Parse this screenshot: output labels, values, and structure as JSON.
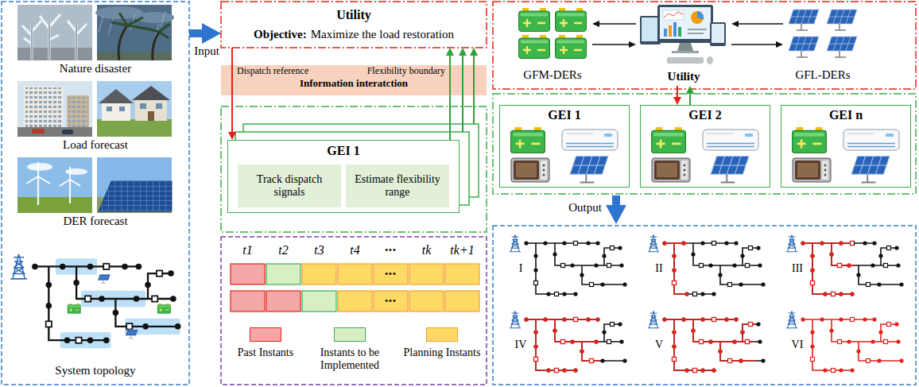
{
  "diagram": {
    "nodes": [
      {
        "text": [
          "Nature disaster",
          "Load forecast",
          "DER forecast",
          "System topology"
        ]
      },
      {
        "text": [
          "Utility",
          "Objective:",
          "Maximize the load restoration"
        ]
      },
      {
        "text": [
          "Information interatction"
        ]
      },
      {
        "text": [
          "GEI 1"
        ]
      },
      {
        "text": [
          "Track dispatch signals"
        ],
        "in": 3
      },
      {
        "text": [
          "Estimate flexibility range"
        ],
        "in": 3
      },
      {
        "text": [
          "GFM-DERs"
        ]
      },
      {
        "text": [
          "Utility"
        ]
      },
      {
        "text": [
          "GFL-DERs"
        ]
      },
      {
        "text": [
          "GEI 1"
        ]
      },
      {
        "text": [
          "GEI 2"
        ]
      },
      {
        "text": [
          "GEI n"
        ]
      }
    ],
    "edges": [
      {
        "from": 0,
        "to": 1,
        "arrow": "to",
        "label": "Input"
      },
      {
        "from": 1,
        "to": 3,
        "arrow": "to",
        "label": "Dispatch reference"
      },
      {
        "from": 3,
        "to": 1,
        "arrow": "to",
        "label": "Flexibility boundary"
      },
      {
        "from": 7,
        "to": 6,
        "arrow": "to"
      },
      {
        "from": 6,
        "to": 7,
        "arrow": "to"
      },
      {
        "from": 8,
        "to": 7,
        "arrow": "to"
      },
      {
        "from": 7,
        "to": 8,
        "arrow": "to"
      },
      {
        "from": 7,
        "to": 10,
        "arrow": "to"
      },
      {
        "from": 10,
        "to": 7,
        "arrow": "to"
      }
    ],
    "labels": [
      "t1",
      "t2",
      "t3",
      "t4",
      "•••",
      "tk",
      "tk+1",
      "•••",
      "•••",
      "Output",
      "I",
      "II",
      "III",
      "IV",
      "V",
      "VI"
    ],
    "legend": [
      {
        "text": "Past Instants",
        "color": "#f4a7a7"
      },
      {
        "text": "Instants to be Implemented",
        "color": "#d8efc6"
      },
      {
        "text": "Planning Instants",
        "color": "#ffd966"
      }
    ]
  }
}
